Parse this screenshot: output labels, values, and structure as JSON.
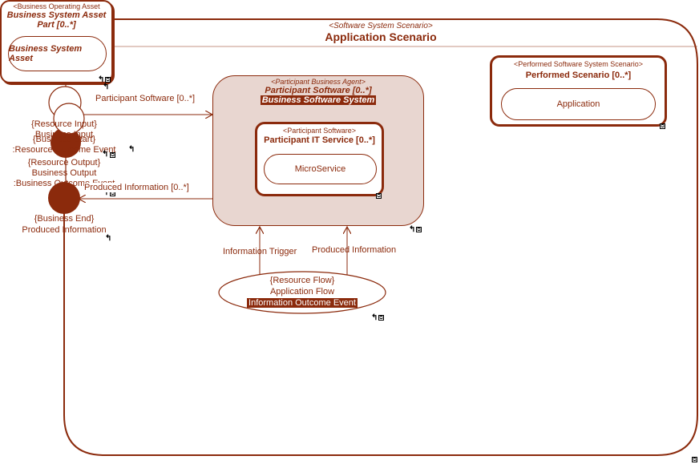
{
  "diagram": {
    "colors": {
      "stroke": "#8b2a0c",
      "fill_agent": "#e8d6d0",
      "fill_dot": "#8b2a0c",
      "background": "#ffffff"
    },
    "scenario": {
      "stereotype": "<Software System Scenario>",
      "title": "Application Scenario"
    },
    "business_asset": {
      "stereotype": "<Business Operating Asset",
      "name_line1": "Business System Asset",
      "name_line2": "Part [0..*]",
      "inner_label": "Business System Asset"
    },
    "agent": {
      "stereotype": "<Participant Business Agent>",
      "name": "Participant Software [0..*]",
      "highlight": "Business Software System",
      "inner": {
        "stereotype": "<Participant Software>",
        "name": "Participant IT Service [0..*]",
        "pill": "MicroService"
      }
    },
    "performed": {
      "stereotype": "<Performed Software System Scenario>",
      "name": "Performed Scenario [0..*]",
      "pill": "Application"
    },
    "flow": {
      "line1": "{Resource Flow}",
      "line2": "Application Flow",
      "line3": "Information Outcome Event"
    },
    "ports": {
      "input_1": "{Resource Input}",
      "input_2": "Business Input",
      "input_3": "{Business Start}",
      "input_4": ":Resource Outcome Event",
      "output_1": "{Resource Output}",
      "output_2": "Business Output",
      "output_3": ":Business Outcome Event",
      "end_1": "{Business End}",
      "end_2": "Produced Information"
    },
    "connectors": {
      "participant_software": "Participant Software [0..*]",
      "produced_information": "Produced Information [0..*]",
      "information_trigger": "Information Trigger",
      "produced_information_up": "Produced Information"
    }
  }
}
